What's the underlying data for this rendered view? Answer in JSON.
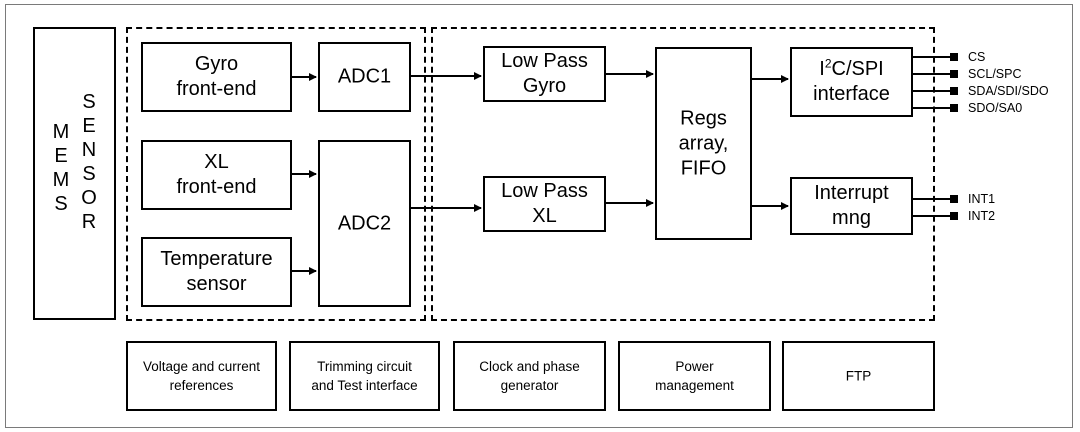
{
  "sensor": {
    "letters_left": [
      "M",
      "E",
      "M",
      "S"
    ],
    "letters_right": [
      "S",
      "E",
      "N",
      "S",
      "O",
      "R"
    ]
  },
  "blocks": {
    "gyro_front": "Gyro\nfront-end",
    "xl_front": "XL\nfront-end",
    "temp": "Temperature\nsensor",
    "adc1": "ADC1",
    "adc2": "ADC2",
    "lp_gyro": "Low Pass\nGyro",
    "lp_xl": "Low Pass\nXL",
    "regs": "Regs\narray,\nFIFO",
    "i2c_pre": "I",
    "i2c_sup": "2",
    "i2c_post": "C/SPI\ninterface",
    "interrupt": "Interrupt\nmng"
  },
  "pins": {
    "cs": "CS",
    "scl": "SCL/SPC",
    "sda": "SDA/SDI/SDO",
    "sdo": "SDO/SA0",
    "int1": "INT1",
    "int2": "INT2"
  },
  "bottom": [
    {
      "label": "Voltage and current\nreferences"
    },
    {
      "label": "Trimming circuit\nand Test interface"
    },
    {
      "label": "Clock and phase\ngenerator"
    },
    {
      "label": "Power\nmanagement"
    },
    {
      "label": "FTP"
    }
  ]
}
